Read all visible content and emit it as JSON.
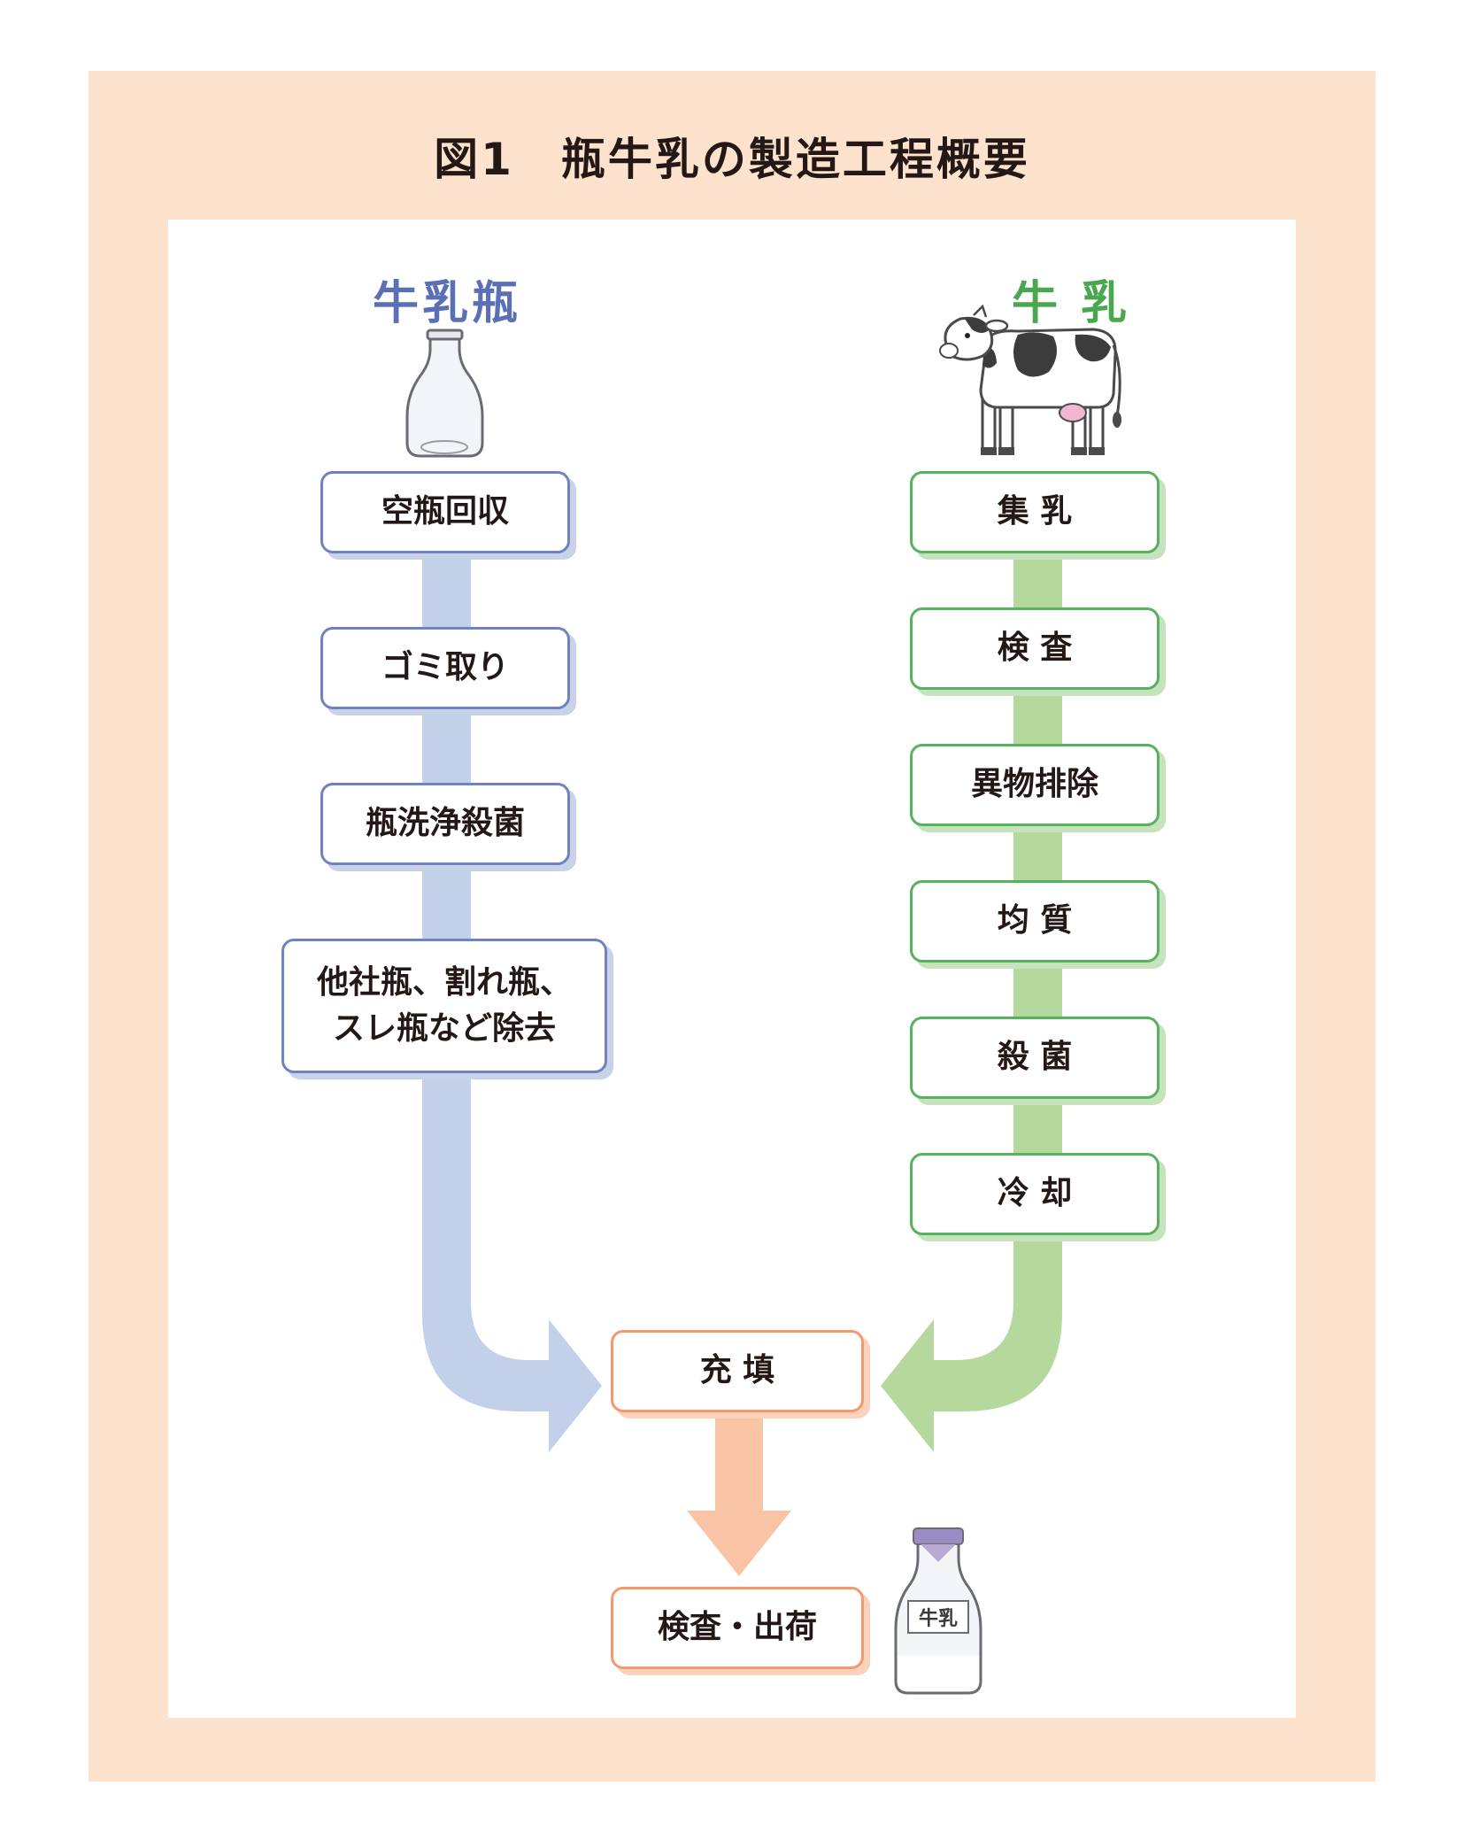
{
  "title": "図1　瓶牛乳の製造工程概要",
  "columns": {
    "bottle": {
      "title": "牛乳瓶"
    },
    "milk": {
      "title": "牛 乳"
    }
  },
  "steps": {
    "bottle": [
      "空瓶回収",
      "ゴミ取り",
      "瓶洗浄殺菌",
      "他社瓶、割れ瓶、\nスレ瓶など除去"
    ],
    "milk": [
      "集 乳",
      "検 査",
      "異物排除",
      "均 質",
      "殺 菌",
      "冷 却"
    ],
    "common": [
      "充 填",
      "検査・出荷"
    ]
  },
  "milk_bottle_label": "牛乳",
  "colors": {
    "frame": "#fde3cd",
    "bottle_accent": "#5a6fb4",
    "bottle_arrow": "#c2d0e9",
    "milk_accent": "#4aa74f",
    "milk_arrow": "#b5d99c",
    "common_accent": "#f29a6e",
    "common_arrow": "#f9c3a6"
  },
  "icons": [
    "empty-bottle-icon",
    "cow-icon",
    "milk-bottle-icon"
  ]
}
